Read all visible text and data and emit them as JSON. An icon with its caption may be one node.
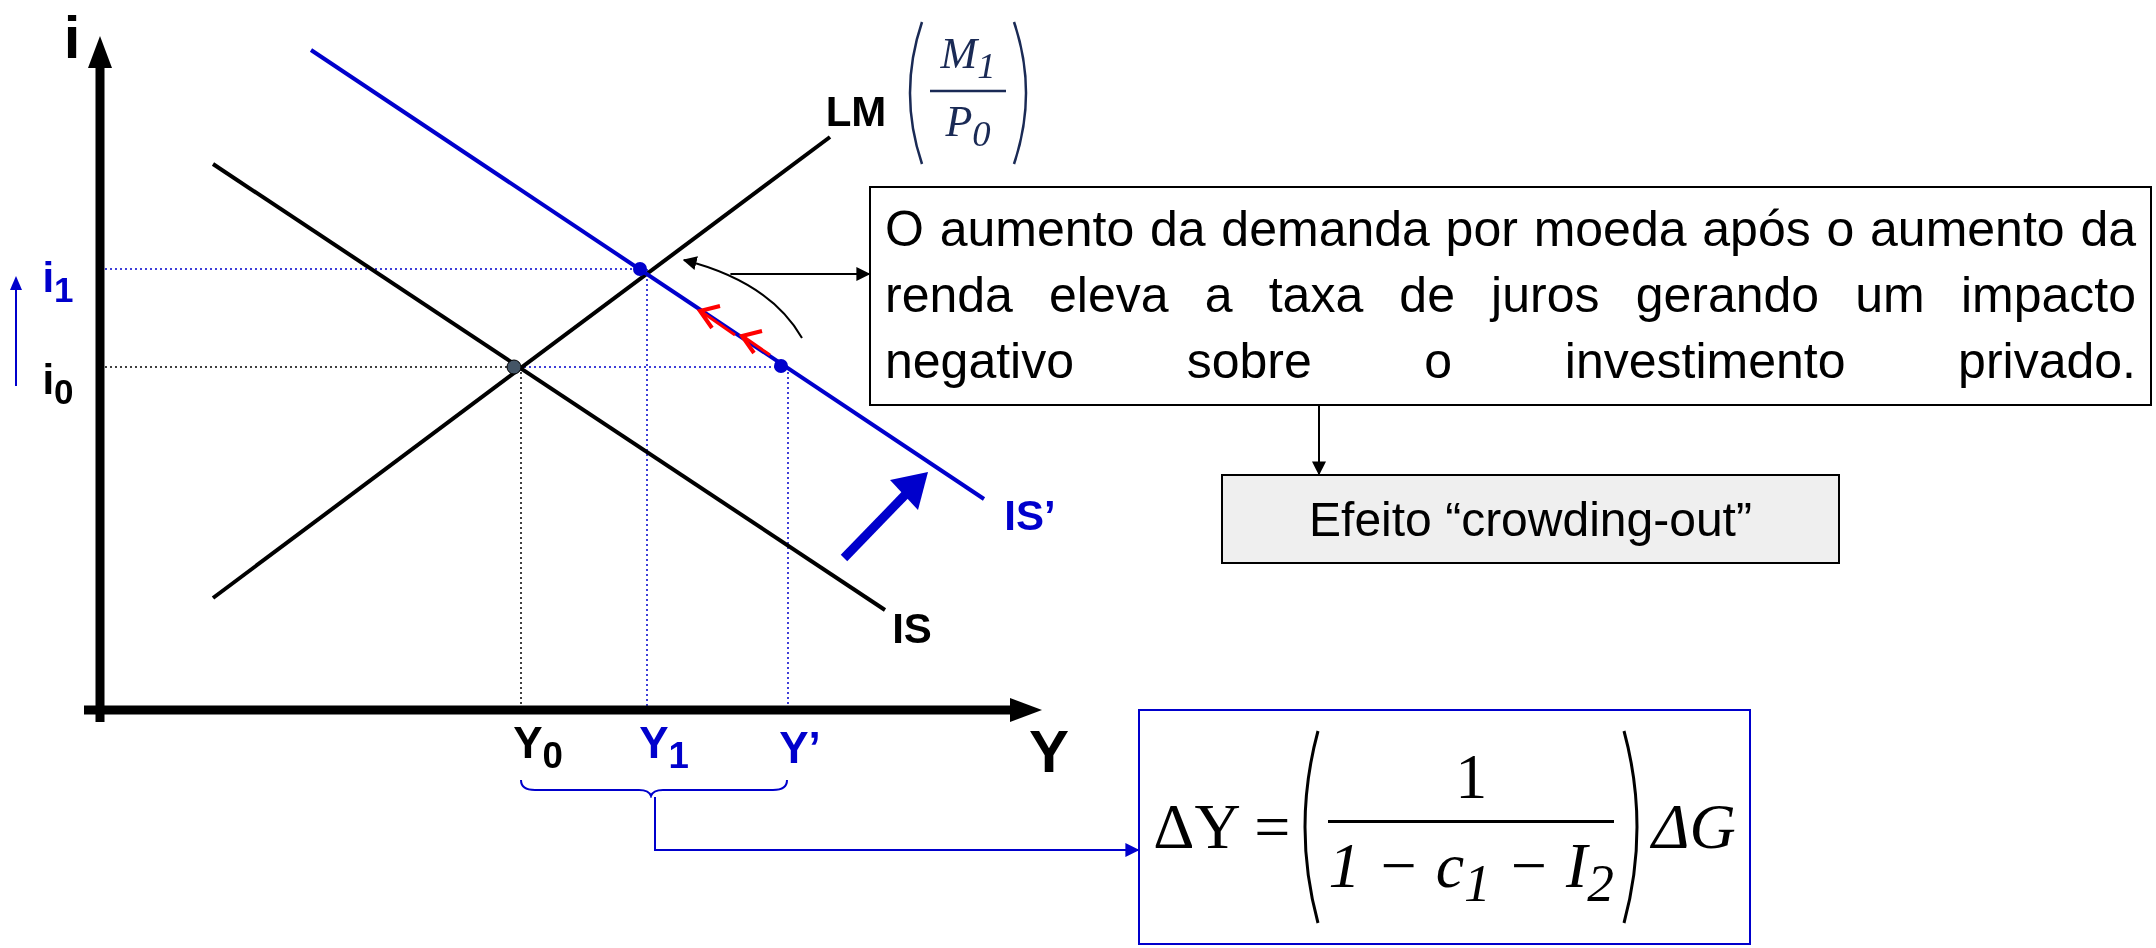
{
  "diagram": {
    "nodes": [
      {
        "text": [
          "O aumento da demanda por moeda após o aumento da renda eleva a taxa de juros gerando um impacto negativo sobre o investimento privado."
        ]
      },
      {
        "text": [
          "Efeito “crowding-out”"
        ]
      },
      {
        "text": [
          "ΔY =",
          "1",
          "1 − c$_{1}$ − I$_{2}$",
          "ΔG"
        ]
      },
      {
        "text": [],
        "shape": "bracket"
      },
      {
        "text": [],
        "shape": "arc"
      }
    ],
    "edges": [
      {
        "from": 4,
        "to": 0,
        "arrow": "to"
      },
      {
        "from": 0,
        "to": 1,
        "arrow": "to"
      },
      {
        "from": 3,
        "to": 2,
        "arrow": "to",
        "color": "#0000cc"
      }
    ],
    "labels": [
      "i",
      "LM",
      "M$_{1}$",
      "P$_{0}$",
      "i$_{1}$",
      "i$_{0}$",
      "IS’",
      "IS",
      "Y$_{0}$",
      "Y$_{1}$",
      "Y’",
      "Y"
    ]
  }
}
